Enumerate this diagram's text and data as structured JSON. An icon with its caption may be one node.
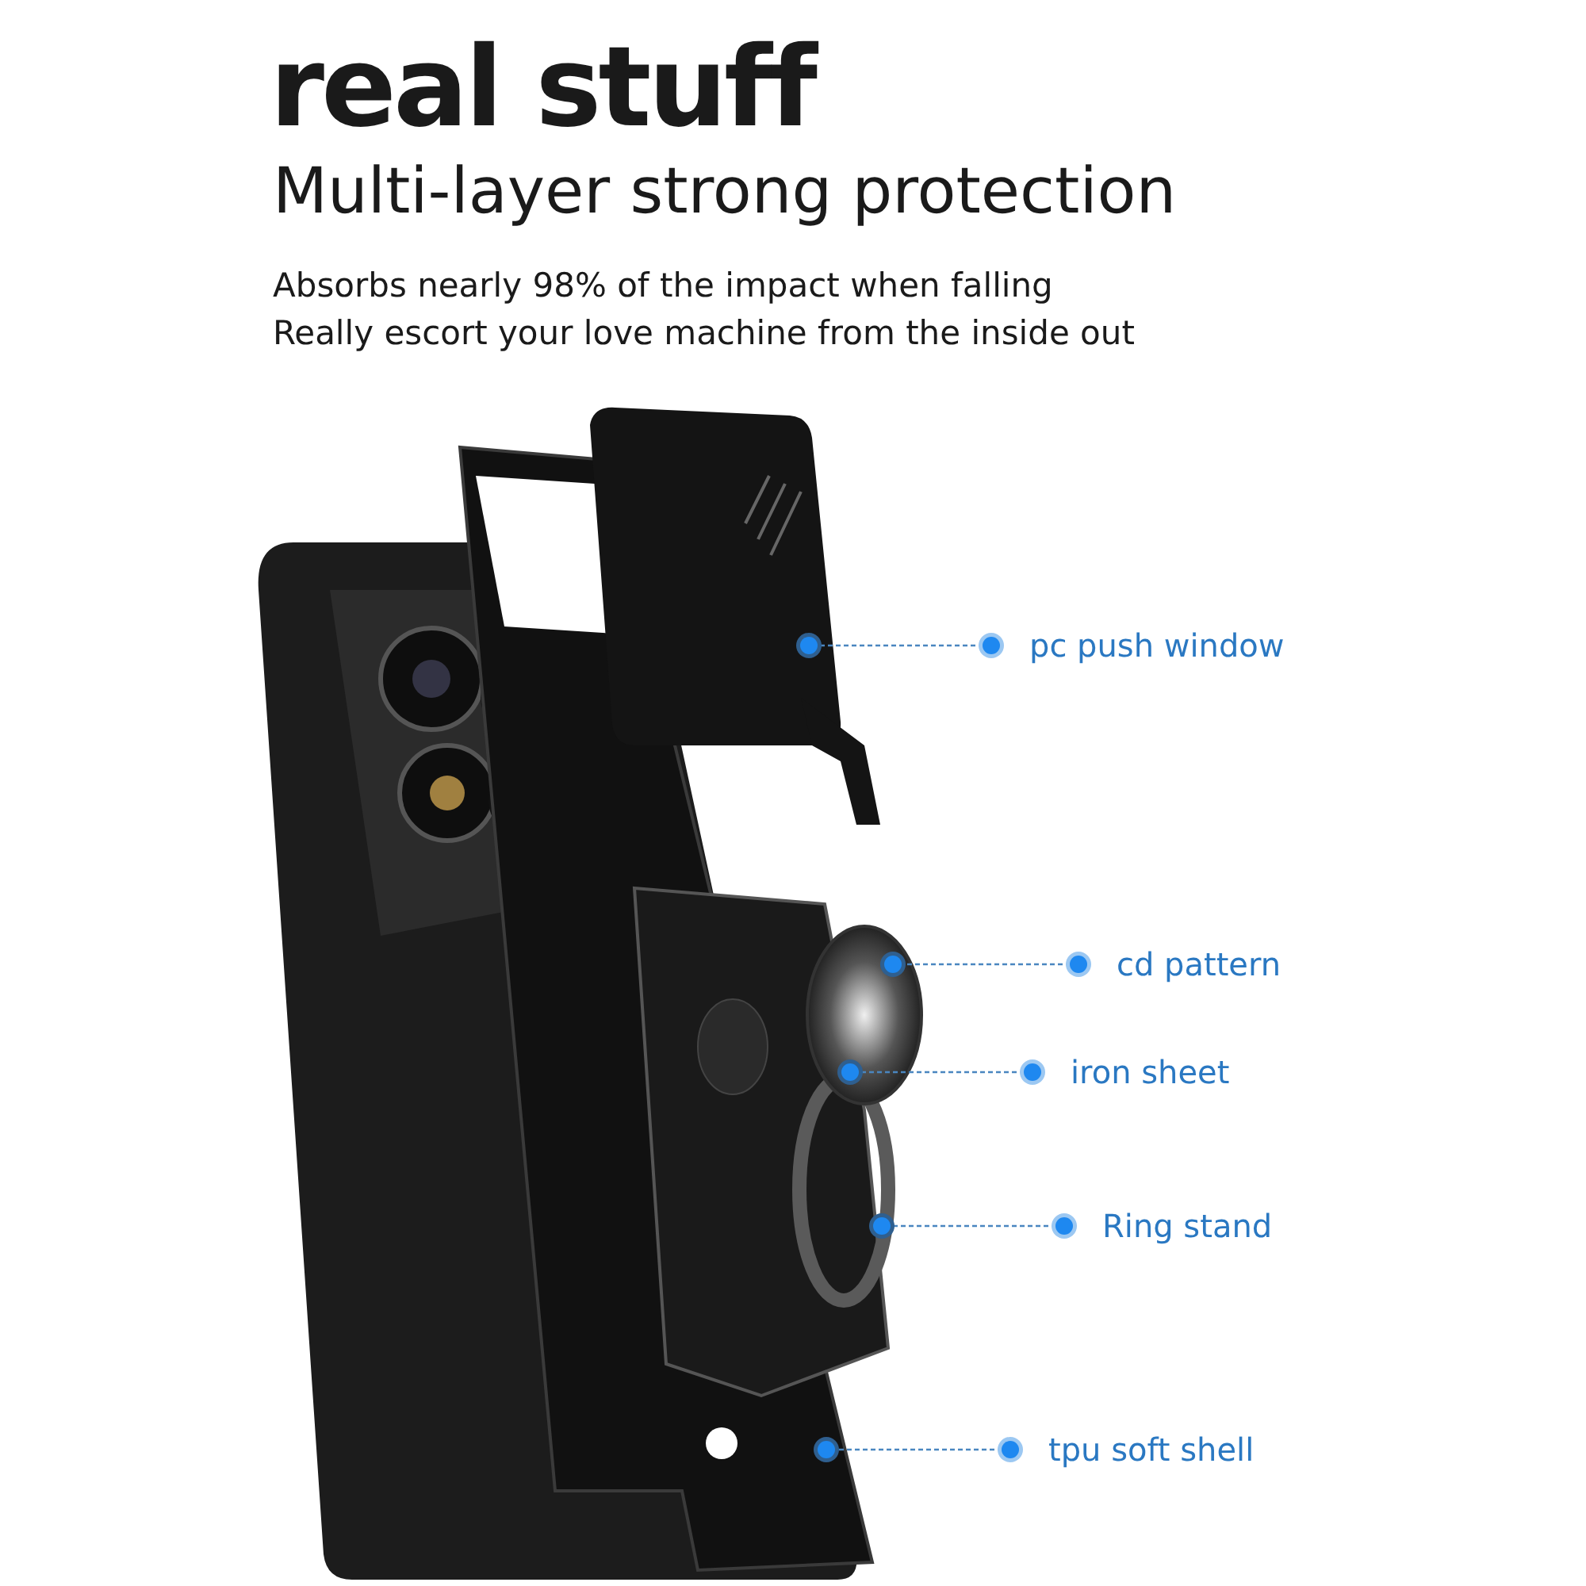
{
  "diagram": {
    "title": "real stuff",
    "nodes": [
      {
        "text": [
          "pc push window"
        ]
      },
      {
        "text": [
          "cd pattern"
        ]
      },
      {
        "text": [
          "iron sheet"
        ]
      },
      {
        "text": [
          "Ring stand"
        ]
      },
      {
        "text": [
          "tpu soft shell"
        ]
      }
    ],
    "edges": [
      {
        "from": 0,
        "to": null,
        "arrow": "other"
      },
      {
        "from": 1,
        "to": null,
        "arrow": "other"
      },
      {
        "from": 2,
        "to": null,
        "arrow": "other"
      },
      {
        "from": 3,
        "to": null,
        "arrow": "other"
      },
      {
        "from": 4,
        "to": null,
        "arrow": "other"
      }
    ],
    "labels": [
      "Multi-layer strong protection",
      "Absorbs nearly 98% of the impact when falling",
      "Really escort your love machine from the inside out"
    ]
  }
}
